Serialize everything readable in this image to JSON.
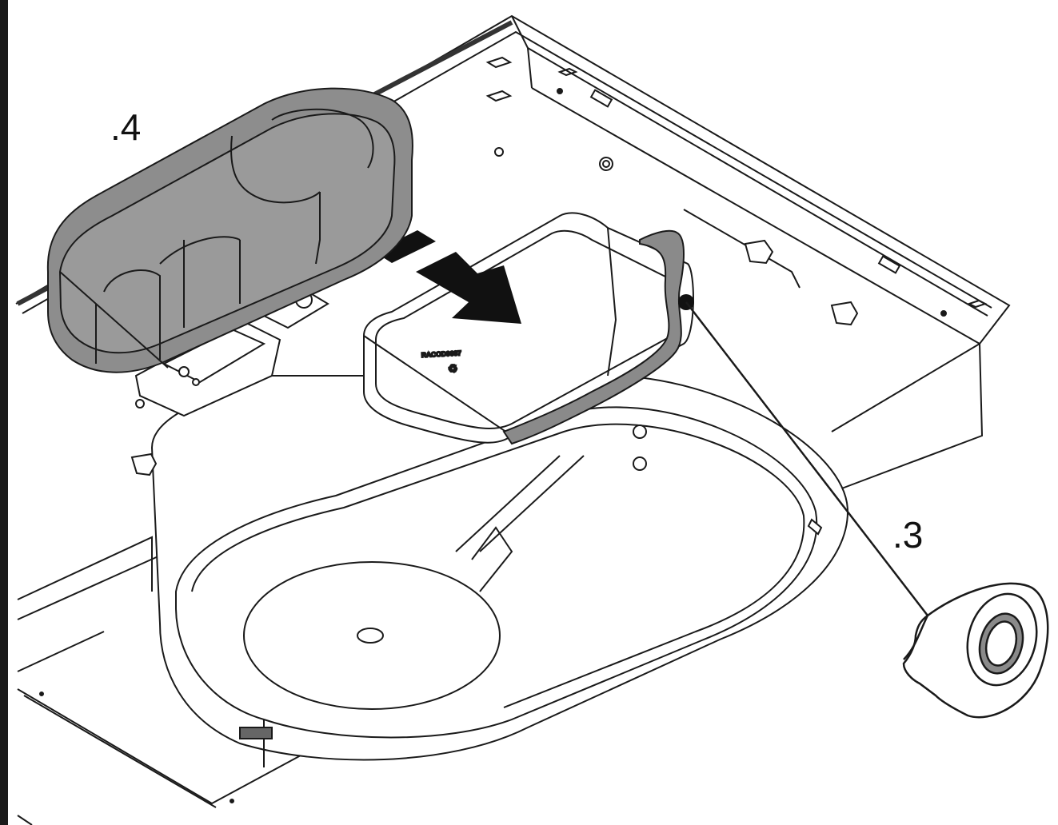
{
  "callouts": {
    "part_4": ".4",
    "part_3": ".3"
  },
  "duct": {
    "part_code": "RACOD9607",
    "recycle_mark": "♲"
  },
  "colors": {
    "line": "#1a1a1a",
    "grey_part": "#8d8d8d",
    "tape_band": "#8a8a8a",
    "background": "#ffffff"
  },
  "icons": {
    "arrow": "direction-arrow-icon",
    "tape": "tape-roll-icon"
  }
}
